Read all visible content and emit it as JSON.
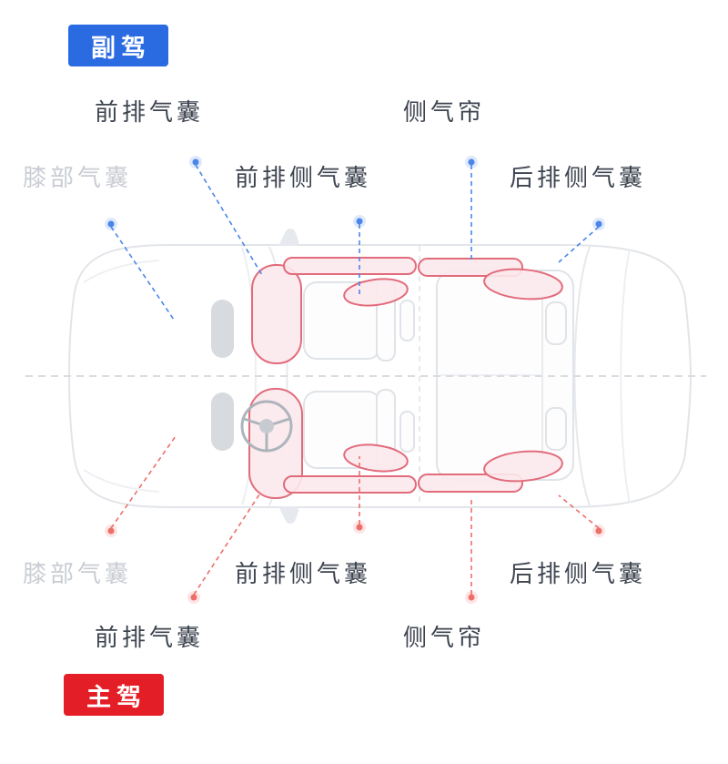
{
  "page": {
    "background": "#ffffff"
  },
  "badges": {
    "passenger": {
      "label": "副驾",
      "color": "#2a6be2"
    },
    "driver": {
      "label": "主驾",
      "color": "#e41e26"
    }
  },
  "labels": {
    "top_front_airbag": {
      "text": "前排气囊",
      "equipped": true
    },
    "top_side_curtain": {
      "text": "侧气帘",
      "equipped": true
    },
    "top_knee_airbag": {
      "text": "膝部气囊",
      "equipped": false
    },
    "top_front_side_airbag": {
      "text": "前排侧气囊",
      "equipped": true
    },
    "top_rear_side_airbag": {
      "text": "后排侧气囊",
      "equipped": true
    },
    "bottom_knee_airbag": {
      "text": "膝部气囊",
      "equipped": false
    },
    "bottom_front_side_airbag": {
      "text": "前排侧气囊",
      "equipped": true
    },
    "bottom_rear_side_airbag": {
      "text": "后排侧气囊",
      "equipped": true
    },
    "bottom_front_airbag": {
      "text": "前排气囊",
      "equipped": true
    },
    "bottom_side_curtain": {
      "text": "侧气帘",
      "equipped": true
    }
  },
  "colors": {
    "equipped_label": "#3e4450",
    "not_equipped_label": "#c9cdd3",
    "passenger_accent": "#4a86e8",
    "driver_accent": "#ec6f6a",
    "airbag_highlight_stroke": "#e26b7b",
    "airbag_highlight_fill": "#fce9ec",
    "car_outline": "#e2e5e9"
  }
}
